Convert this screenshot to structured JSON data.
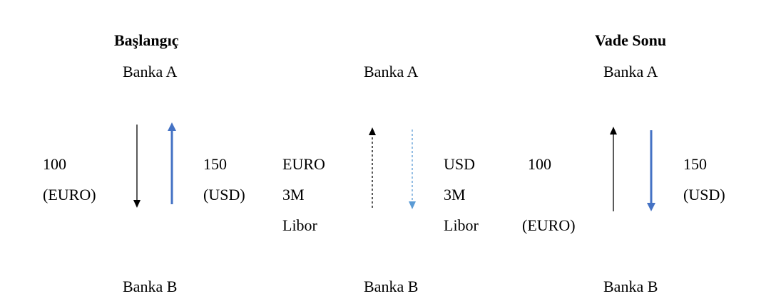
{
  "start": {
    "heading": "Başlangıç",
    "bank_a": "Banka A",
    "bank_b": "Banka B",
    "left_amount": "100",
    "left_currency": "(EURO)",
    "right_amount": "150",
    "right_currency": "(USD)"
  },
  "middle": {
    "bank_a": "Banka A",
    "bank_b": "Banka B",
    "left_label": [
      "EURO",
      "3M",
      "Libor"
    ],
    "right_label": [
      "USD",
      "3M",
      "Libor"
    ]
  },
  "end": {
    "heading": "Vade Sonu",
    "bank_a": "Banka A",
    "bank_b": "Banka B",
    "left_amount": "100",
    "left_currency": "(EURO)",
    "right_amount": "150",
    "right_currency": "(USD)"
  },
  "colors": {
    "black_arrow": "#000000",
    "blue_arrow": "#4472c4",
    "light_blue_arrow": "#5b9bd5"
  }
}
